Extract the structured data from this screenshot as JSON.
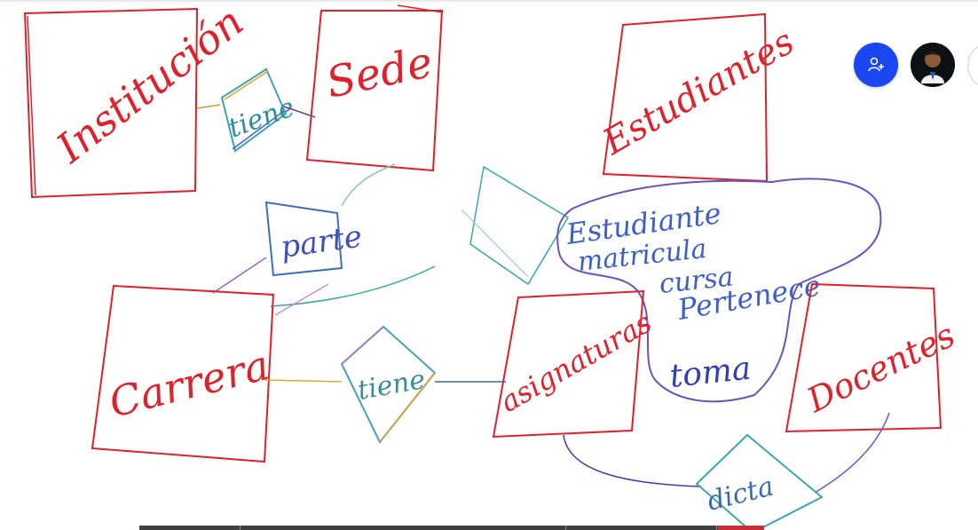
{
  "whiteboard": {
    "entities": {
      "institucion": "Institución",
      "sede": "Sede",
      "estudiantes": "Estudiantes",
      "carrera": "Carrera",
      "asignaturas": "asignaturas",
      "docentes": "Docentes"
    },
    "relations": {
      "tiene_1": "tiene",
      "parte": "parte",
      "tiene_2": "tiene",
      "dicta": "dicta"
    },
    "notes": {
      "line1": "Estudiante",
      "line2": "matricula",
      "line3": "cursa",
      "line4": "Pertenece",
      "line5": "toma"
    }
  },
  "toolbar": {
    "invite_icon": "add-person-icon",
    "avatar_icon": "user-avatar"
  },
  "colors": {
    "entity": "#e0202a",
    "invite": "#1a47f0"
  }
}
